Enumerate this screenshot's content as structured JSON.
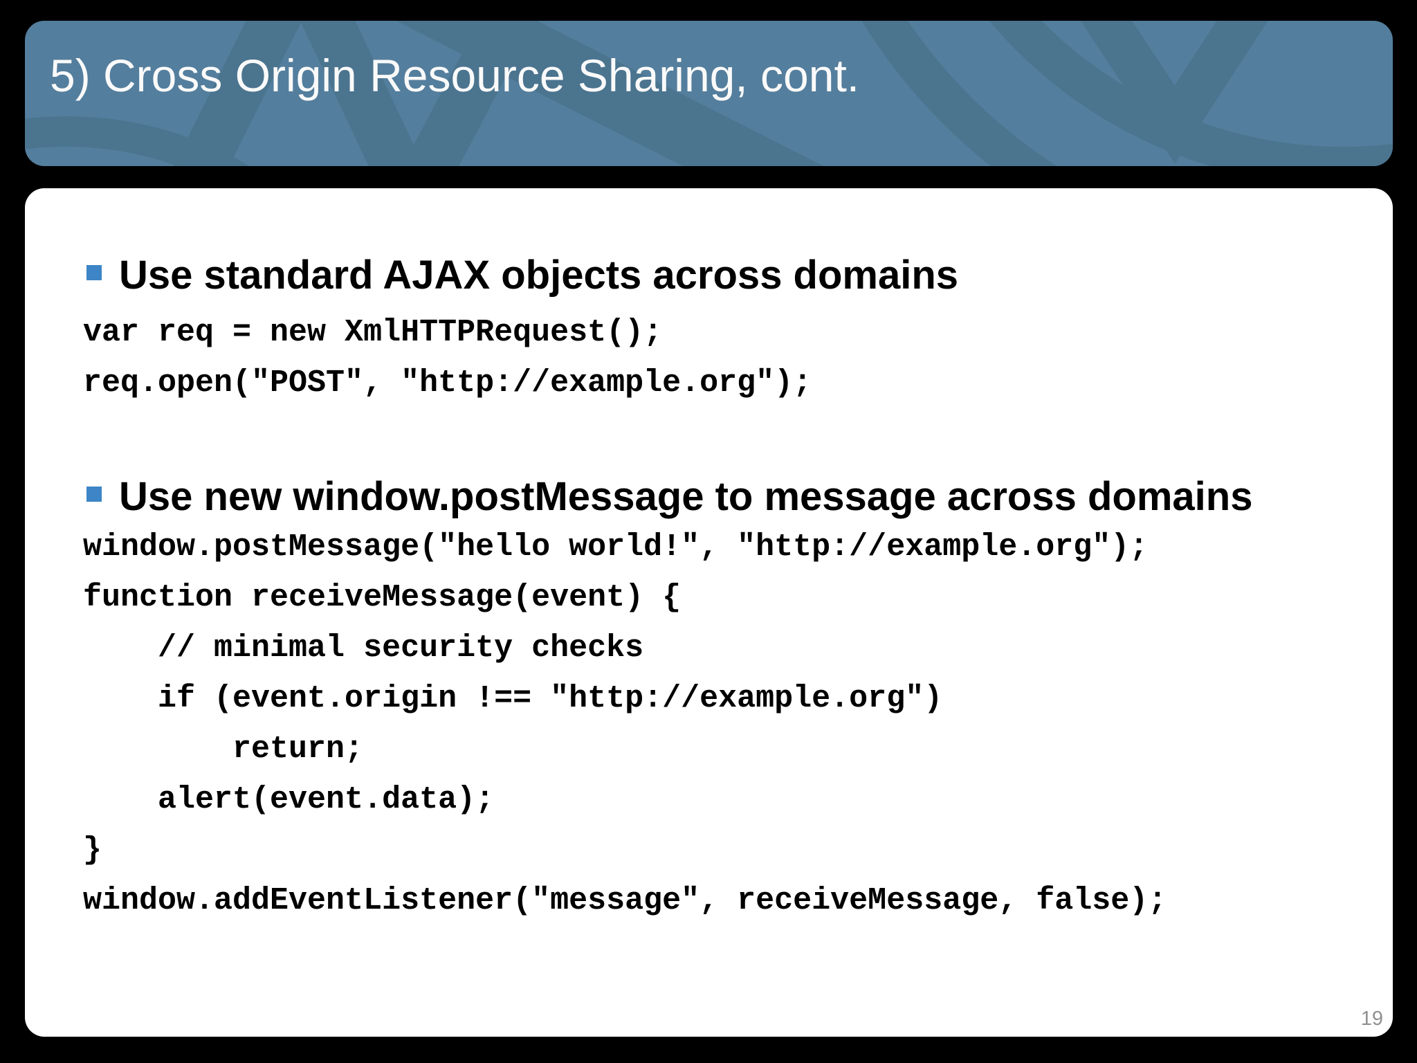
{
  "slide": {
    "title": "5) Cross Origin Resource Sharing, cont.",
    "page_number": "19",
    "sections": [
      {
        "heading": "Use standard AJAX objects across domains",
        "code": [
          "var req = new XmlHTTPRequest();",
          "req.open(\"POST\", \"http://example.org\");"
        ]
      },
      {
        "heading": "Use new window.postMessage to message across domains",
        "code": [
          "window.postMessage(\"hello world!\", \"http://example.org\");",
          "function receiveMessage(event) {",
          "    // minimal security checks",
          "    if (event.origin !== \"http://example.org\")",
          "        return;",
          "    alert(event.data);",
          "}",
          "window.addEventListener(\"message\", receiveMessage, false);"
        ]
      }
    ],
    "colors": {
      "canvas_bg": "#000000",
      "header_bg": "#547e9d",
      "header_pattern": "#4b748f",
      "panel_bg": "#ffffff",
      "title_color": "#fafafa",
      "bullet_color": "#3d85c6",
      "text_color": "#000000",
      "page_number_color": "#909090"
    }
  }
}
